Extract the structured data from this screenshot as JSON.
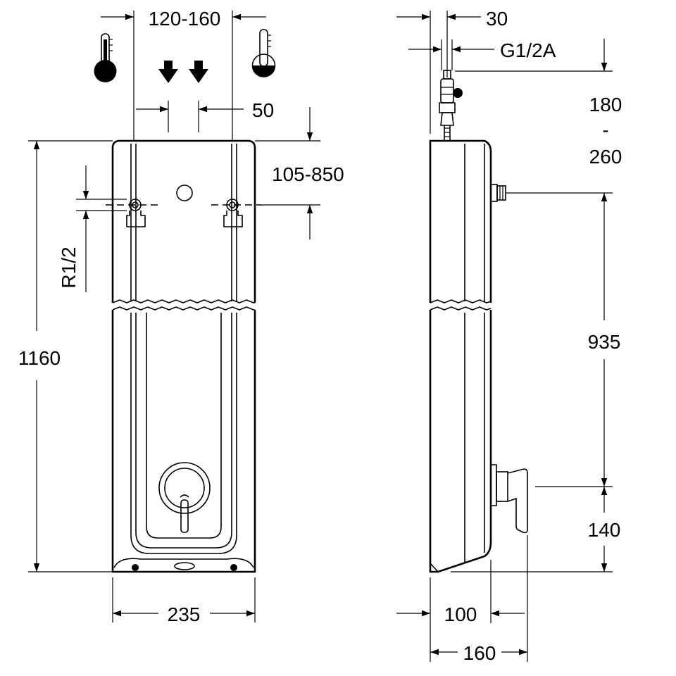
{
  "drawing": {
    "front_view": {
      "supply_spacing": "120-160",
      "inlet_offset": "50",
      "mount_height": "105-850",
      "connection_thread": "R1/2",
      "total_height": "1160",
      "width": "235",
      "hot_icon": "thermometer-hot-icon",
      "cold_icon": "thermometer-cold-icon",
      "flow_icon": "down-arrow-icon"
    },
    "side_view": {
      "valve_offset": "30",
      "valve_thread": "G1/2A",
      "valve_height_a": "180",
      "valve_height_sep": "-",
      "valve_height_b": "260",
      "fixing_spacing": "935",
      "lever_height": "140",
      "body_depth": "100",
      "total_depth": "160"
    }
  }
}
